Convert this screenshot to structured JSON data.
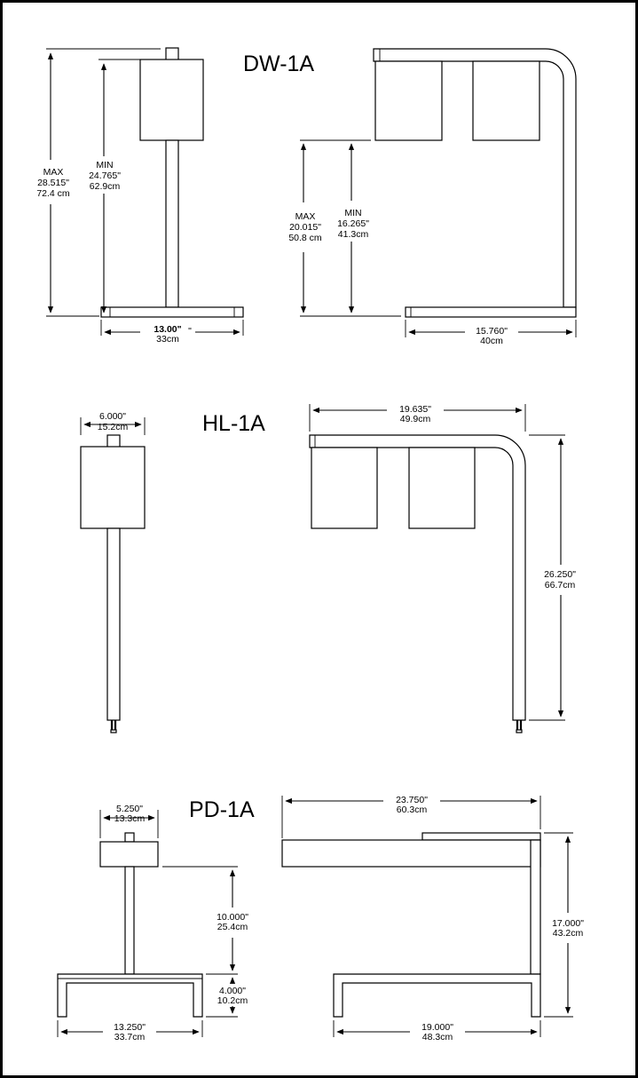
{
  "models": {
    "dw": {
      "title": "DW-1A",
      "max_label": "MAX",
      "max_in": "28.515\"",
      "max_cm": "72.4 cm",
      "min_label": "MIN",
      "min_in": "24.765\"",
      "min_cm": "62.9cm",
      "width_in": "13.00\"",
      "width_in_suffix": "\"",
      "width_cm": "33cm",
      "side_max_label": "MAX",
      "side_max_in": "20.015\"",
      "side_max_cm": "50.8 cm",
      "side_min_label": "MIN",
      "side_min_in": "16.265\"",
      "side_min_cm": "41.3cm",
      "depth_in": "15.760\"",
      "depth_cm": "40cm"
    },
    "hl": {
      "title": "HL-1A",
      "width_in": "6.000\"",
      "width_cm": "15.2cm",
      "length_in": "19.635\"",
      "length_cm": "49.9cm",
      "height_in": "26.250\"",
      "height_cm": "66.7cm"
    },
    "pd": {
      "title": "PD-1A",
      "lamp_in": "5.250\"",
      "lamp_cm": "13.3cm",
      "post_in": "10.000\"",
      "post_cm": "25.4cm",
      "base_in": "4.000\"",
      "base_cm": "10.2cm",
      "width_in": "13.250\"",
      "width_cm": "33.7cm",
      "length_in": "23.750\"",
      "length_cm": "60.3cm",
      "height_in": "17.000\"",
      "height_cm": "43.2cm",
      "depth_in": "19.000\"",
      "depth_cm": "48.3cm"
    }
  }
}
